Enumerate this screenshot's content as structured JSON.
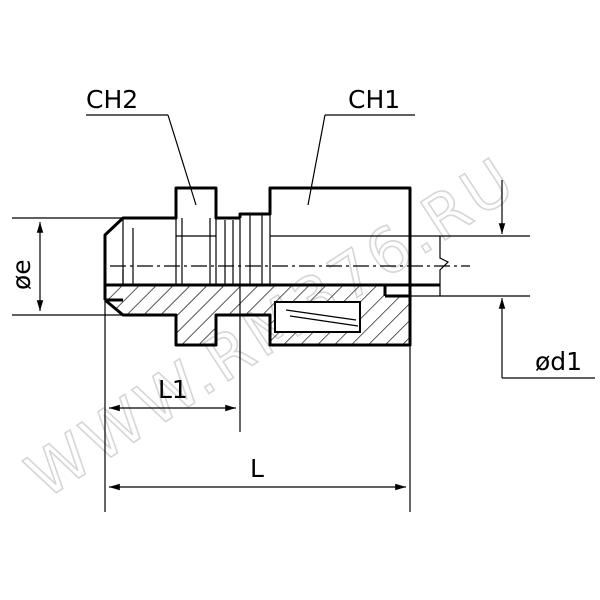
{
  "labels": {
    "ch2": "CH2",
    "ch1": "CH1",
    "diameter_e": "øe",
    "diameter_d1": "ød1",
    "length_l1": "L1",
    "length_l": "L"
  },
  "watermark": "WWW.RM376.RU",
  "colors": {
    "line": "#000000",
    "watermark": "#d6d6d6",
    "background": "#ffffff"
  }
}
